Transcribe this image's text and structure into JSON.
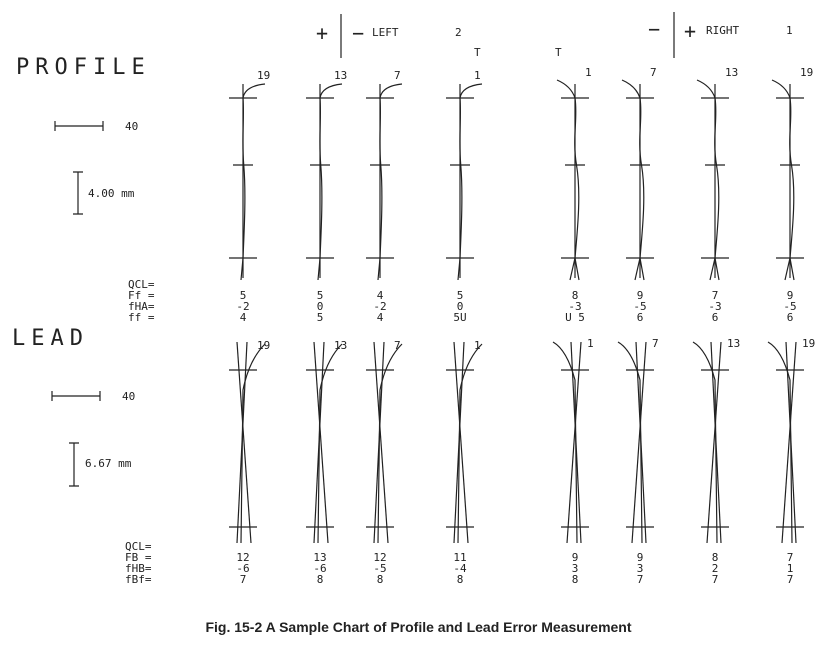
{
  "header": {
    "left_sign_plus": "+",
    "left_sign_minus": "−",
    "left_label": "LEFT",
    "left_num": "2",
    "right_sign_minus": "−",
    "right_sign_plus": "+",
    "right_label": "RIGHT",
    "right_num": "1",
    "t_marks": [
      "T",
      "T"
    ]
  },
  "profile": {
    "title": "PROFILE",
    "scale_h": "40",
    "scale_v": "4.00 mm",
    "tooth_labels": [
      "19",
      "13",
      "7",
      "1",
      "1",
      "7",
      "13",
      "19"
    ],
    "row_labels": [
      "QCL=",
      "Ff =",
      "fHA=",
      "ff ="
    ],
    "rows": [
      [
        "5",
        "5",
        "4",
        "5",
        "8",
        "9",
        "7",
        "9"
      ],
      [
        "-2",
        "0",
        "-2",
        "0",
        "-3",
        "-5",
        "-3",
        "-5"
      ],
      [
        "4",
        "5",
        "4",
        "5U",
        "U 5",
        "6",
        "6",
        "6"
      ]
    ]
  },
  "lead": {
    "title": "LEAD",
    "scale_h": "40",
    "scale_v": "6.67 mm",
    "tooth_labels": [
      "19",
      "13",
      "7",
      "1",
      "1",
      "7",
      "13",
      "19"
    ],
    "row_labels": [
      "QCL=",
      "FB =",
      "fHB=",
      "fBf="
    ],
    "rows": [
      [
        "12",
        "13",
        "12",
        "11",
        "9",
        "9",
        "8",
        "7"
      ],
      [
        "-6",
        "-6",
        "-5",
        "-4",
        "3",
        "3",
        "2",
        "1"
      ],
      [
        "7",
        "8",
        "8",
        "8",
        "8",
        "7",
        "7",
        "7"
      ]
    ]
  },
  "caption": "Fig. 15-2  A Sample Chart of Profile and Lead Error Measurement"
}
